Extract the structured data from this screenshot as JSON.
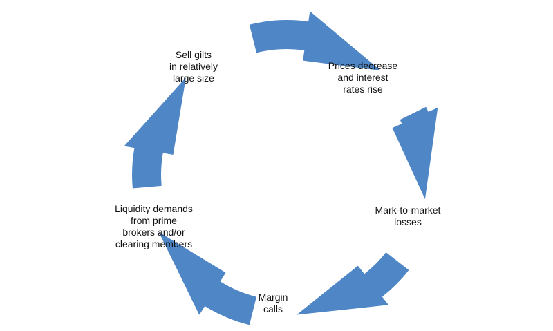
{
  "colors": {
    "arrow": "#4f86c6",
    "text": "#111111",
    "background": "#ffffff"
  },
  "nodes": [
    {
      "id": "sell",
      "lines": [
        "Sell gilts",
        "in relatively",
        "large size"
      ]
    },
    {
      "id": "prices",
      "lines": [
        "Prices decrease",
        "and interest",
        "rates rise"
      ]
    },
    {
      "id": "mtm",
      "lines": [
        "Mark-to-market",
        "losses"
      ]
    },
    {
      "id": "margin",
      "lines": [
        "Margin",
        "calls"
      ]
    },
    {
      "id": "liquidity",
      "lines": [
        "Liquidity demands",
        "from prime",
        "brokers and/or",
        "clearing members"
      ]
    }
  ]
}
